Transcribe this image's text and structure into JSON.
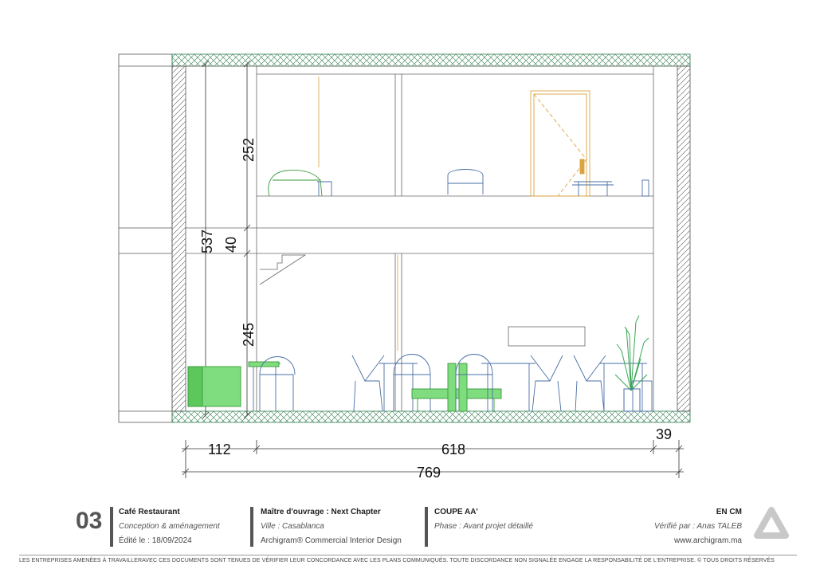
{
  "dimensions": {
    "total_height": "537",
    "upper_level": "252",
    "slab": "40",
    "lower_level": "245",
    "left_wall_zone": "112",
    "main_width": "618",
    "right_wall_zone": "39",
    "total_width": "769"
  },
  "title_block": {
    "sheet_number": "03",
    "project": {
      "name": "Café Restaurant",
      "subtitle": "Conception & aménagement",
      "edited": "Édité le : 18/09/2024"
    },
    "client": {
      "owner": "Maître d'ouvrage : Next Chapter",
      "city": "Ville : Casablanca",
      "firm": "Archigram® Commercial Interior Design"
    },
    "drawing": {
      "title": "COUPE AA'",
      "phase": "Phase : Avant projet détaillé"
    },
    "meta": {
      "units": "EN CM",
      "verified": "Vérifié par : Anas TALEB",
      "website": "www.archigram.ma"
    }
  },
  "disclaimer": "LES ENTREPRISES AMENÉES À TRAVAILLERAVEC CES DOCUMENTS SONT TENUES DE VÉRIFIER LEUR CONCORDANCE AVEC LES PLANS COMMUNIQUÉS. TOUTE DISCORDANCE NON SIGNALÉE ENGAGE LA RESPONSABILITÉ DE L'ENTREPRISE. © TOUS DROITS RÉSERVÉS",
  "colors": {
    "hatch": "#2e7d4f",
    "furniture": "#4a6fa5",
    "accent_green": "#7fdc7f",
    "door": "#d9a441",
    "plant": "#3aa655",
    "logo": "#c8c8c8"
  }
}
